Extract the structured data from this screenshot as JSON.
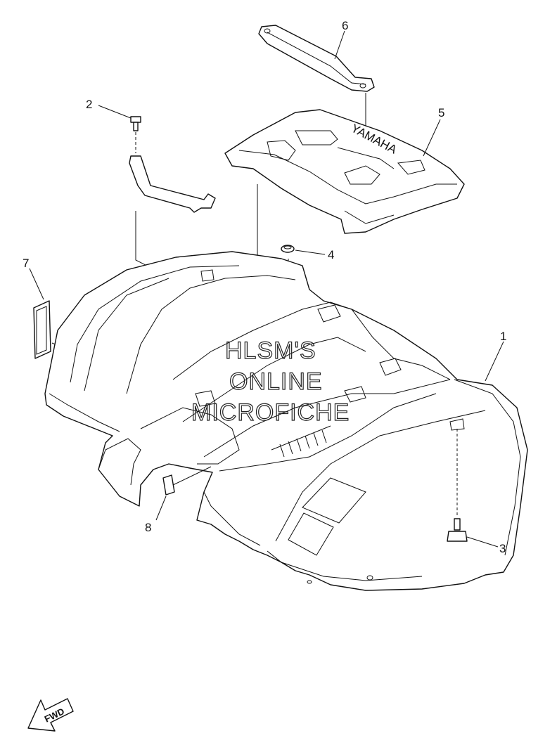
{
  "callouts": [
    "1",
    "2",
    "3",
    "4",
    "5",
    "6",
    "7",
    "8"
  ],
  "watermark": [
    "HLSM'S",
    "ONLINE",
    "MICROFICHE"
  ],
  "cover_brand": "YAMAHA",
  "fwd_label": "FWD"
}
